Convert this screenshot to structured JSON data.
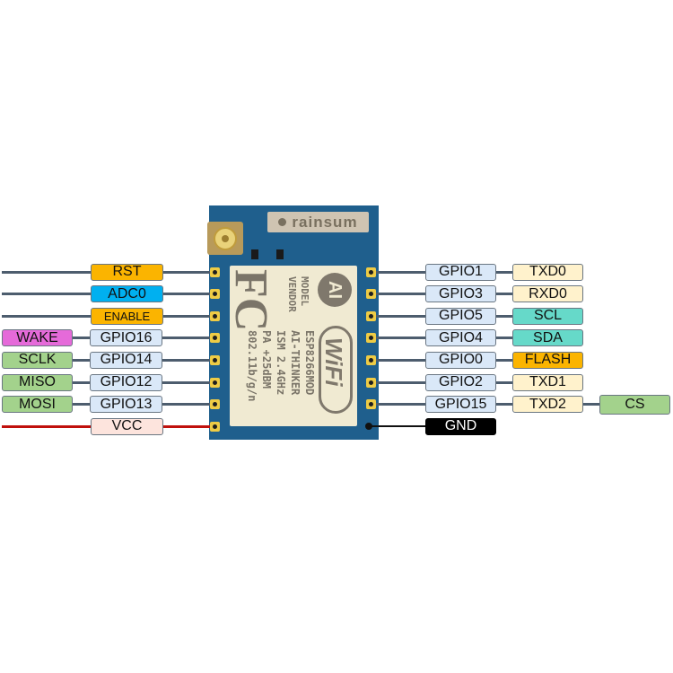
{
  "module": {
    "brand": "rainsum",
    "fcc_logo": "FC",
    "ai_logo": "AI",
    "wifi_logo": "WiFi",
    "text_col1": [
      "MODEL",
      "VENDOR"
    ],
    "text_col2": [
      "ESP8266MOD",
      "AI-THINKER",
      "ISM    2.4GHz",
      "PA     +25dBM",
      "802.11b/g/n"
    ]
  },
  "left_pins": [
    {
      "label": "RST",
      "color": "#fbb400"
    },
    {
      "label": "ADC0",
      "color": "#00b0f0"
    },
    {
      "label": "ENABLE",
      "color": "#fbb400"
    },
    {
      "label": "GPIO16",
      "color": "#dae8f8",
      "alt": "WAKE",
      "alt_color": "#e56ad9"
    },
    {
      "label": "GPIO14",
      "color": "#dae8f8",
      "alt": "SCLK",
      "alt_color": "#a3d28c"
    },
    {
      "label": "GPIO12",
      "color": "#dae8f8",
      "alt": "MISO",
      "alt_color": "#a3d28c"
    },
    {
      "label": "GPIO13",
      "color": "#dae8f8",
      "alt": "MOSI",
      "alt_color": "#a3d28c"
    },
    {
      "label": "VCC",
      "color": "#fde4dd"
    }
  ],
  "right_pins": [
    {
      "label": "GPIO1",
      "color": "#dae8f8",
      "alt": "TXD0",
      "alt_color": "#fff2cc"
    },
    {
      "label": "GPIO3",
      "color": "#dae8f8",
      "alt": "RXD0",
      "alt_color": "#fff2cc"
    },
    {
      "label": "GPIO5",
      "color": "#dae8f8",
      "alt": "SCL",
      "alt_color": "#66d9c9"
    },
    {
      "label": "GPIO4",
      "color": "#dae8f8",
      "alt": "SDA",
      "alt_color": "#66d9c9"
    },
    {
      "label": "GPIO0",
      "color": "#dae8f8",
      "alt": "FLASH",
      "alt_color": "#fbb400"
    },
    {
      "label": "GPIO2",
      "color": "#dae8f8",
      "alt": "TXD1",
      "alt_color": "#fff2cc"
    },
    {
      "label": "GPIO15",
      "color": "#dae8f8",
      "alt": "TXD2",
      "alt_color": "#fff2cc",
      "alt2": "CS",
      "alt2_color": "#a3d28c"
    },
    {
      "label": "GND",
      "color": "#000000",
      "text_color": "#ffffff"
    }
  ]
}
